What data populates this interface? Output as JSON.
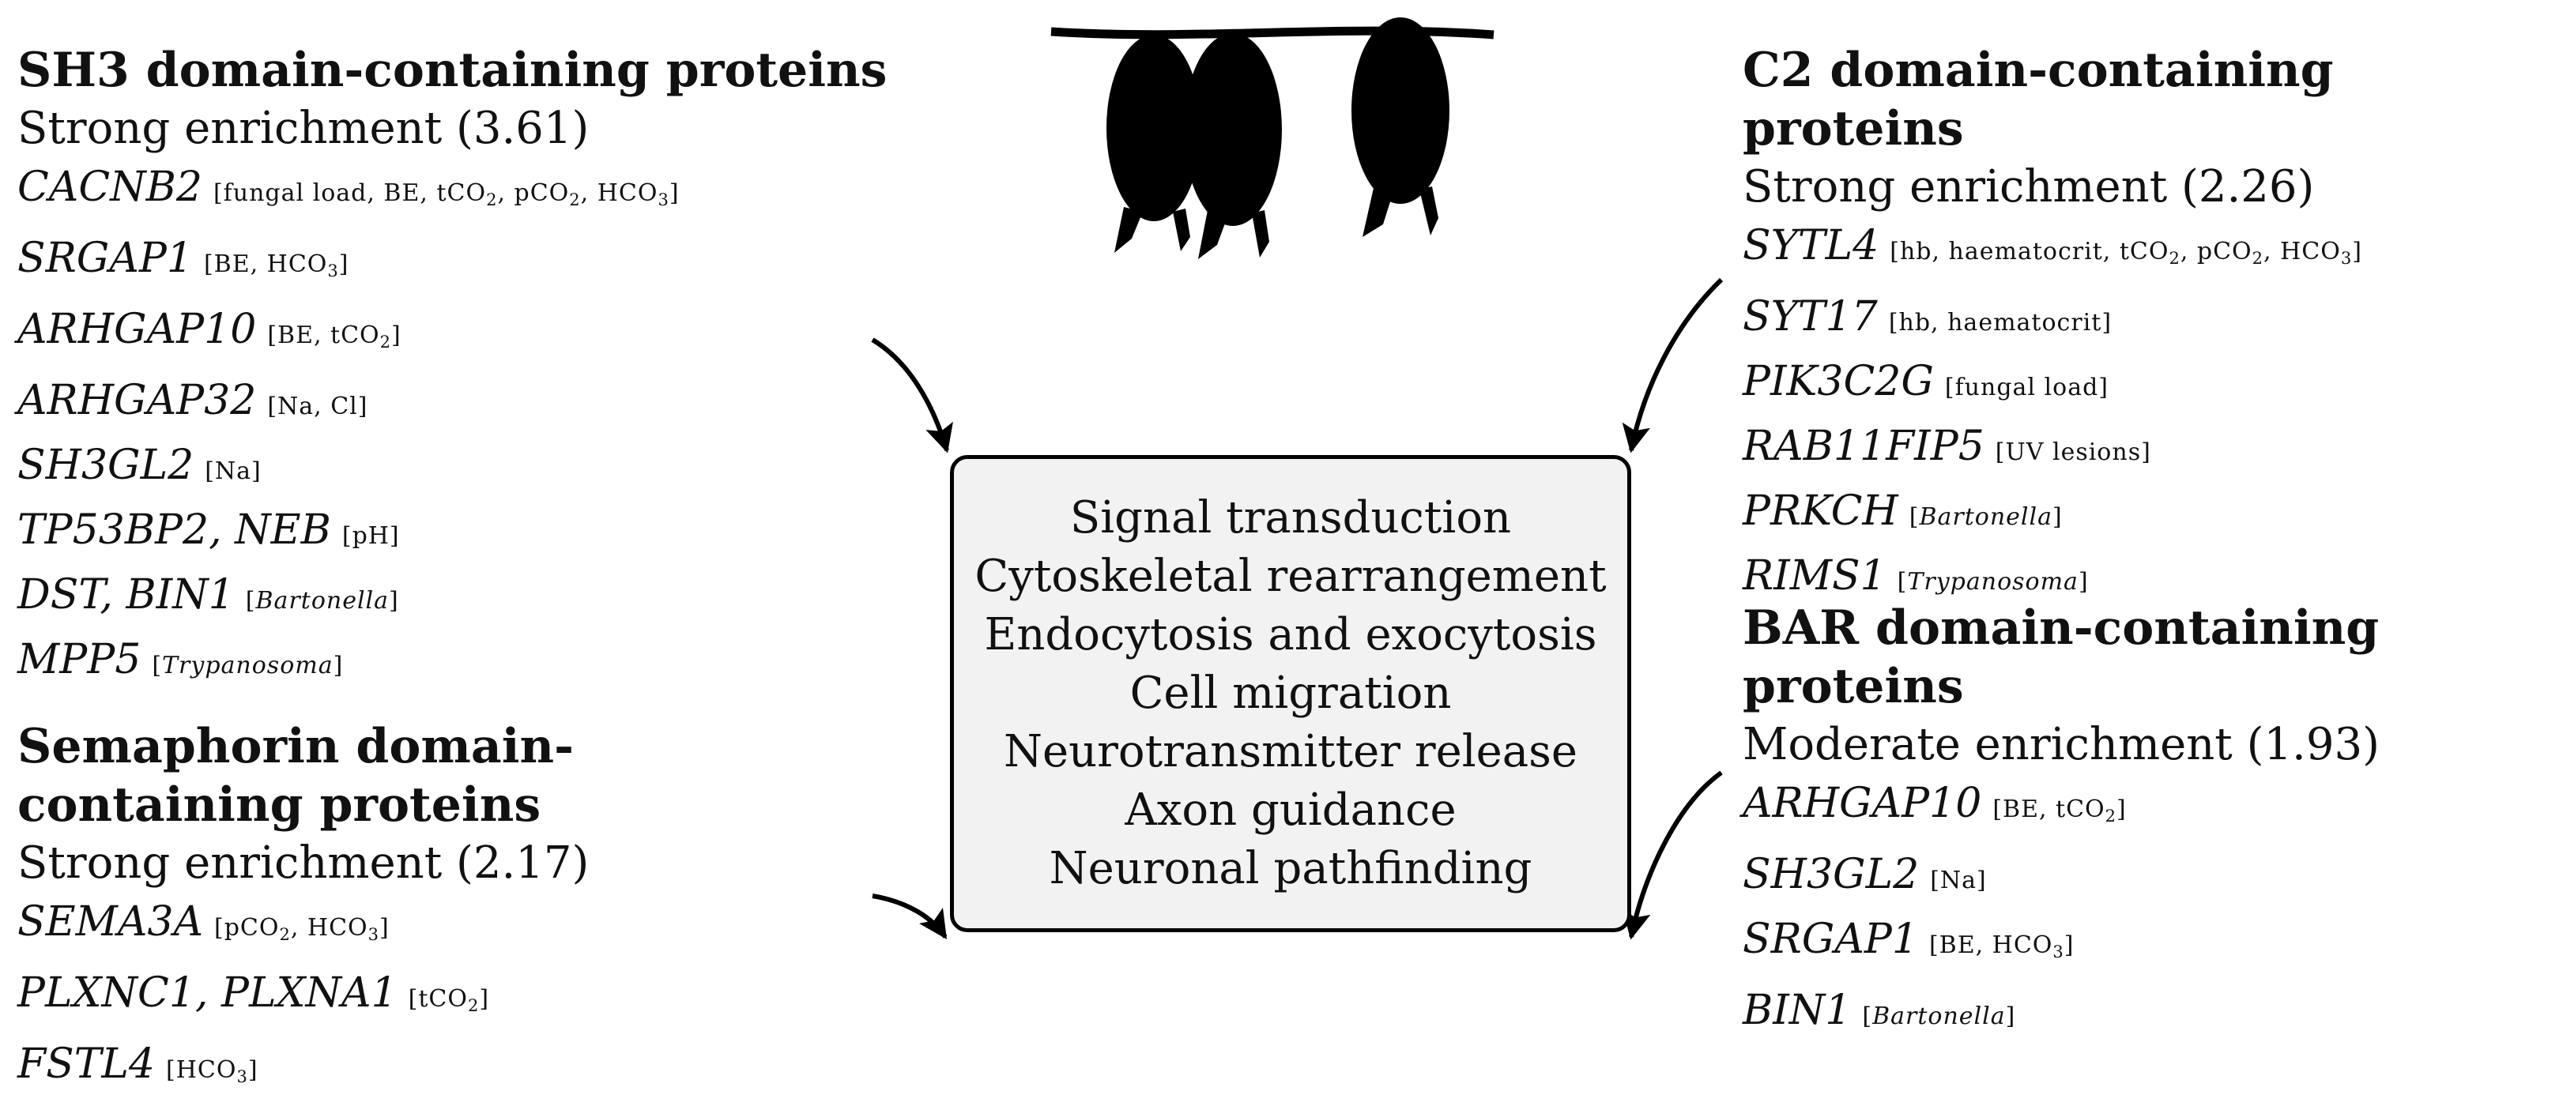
{
  "panels": {
    "sh3": {
      "title": "SH3 domain-containing proteins",
      "enrichment": "Strong enrichment (3.61)",
      "genes": [
        {
          "gene": "CACNB2",
          "traits": "[fungal load, BE, tCO₂, pCO₂, HCO₃]"
        },
        {
          "gene": "SRGAP1",
          "traits": "[BE, HCO₃]"
        },
        {
          "gene": "ARHGAP10",
          "traits": "[BE, tCO₂]"
        },
        {
          "gene": "ARHGAP32",
          "traits": "[Na, Cl]"
        },
        {
          "gene": "SH3GL2",
          "traits": "[Na]"
        },
        {
          "gene": "TP53BP2, NEB",
          "traits": "[pH]"
        },
        {
          "gene": "DST, BIN1",
          "traits": "[Bartonella]"
        },
        {
          "gene": "MPP5",
          "traits": "[Trypanosoma]"
        }
      ]
    },
    "sema": {
      "title": "Semaphorin domain-containing proteins",
      "enrichment": "Strong enrichment (2.17)",
      "genes": [
        {
          "gene": "SEMA3A",
          "traits": "[pCO₂, HCO₃]"
        },
        {
          "gene": "PLXNC1, PLXNA1",
          "traits": "[tCO₂]"
        },
        {
          "gene": "FSTL4",
          "traits": "[HCO₃]"
        }
      ]
    },
    "c2": {
      "title": "C2 domain-containing proteins",
      "enrichment": "Strong enrichment (2.26)",
      "genes": [
        {
          "gene": "SYTL4",
          "traits": "[hb, haematocrit, tCO₂, pCO₂, HCO₃]"
        },
        {
          "gene": "SYT17",
          "traits": "[hb, haematocrit]"
        },
        {
          "gene": "PIK3C2G",
          "traits": "[fungal load]"
        },
        {
          "gene": "RAB11FIP5",
          "traits": "[UV lesions]"
        },
        {
          "gene": "PRKCH",
          "traits": "[Bartonella]"
        },
        {
          "gene": "RIMS1",
          "traits": "[Trypanosoma]"
        }
      ]
    },
    "bar": {
      "title": "BAR domain-containing proteins",
      "enrichment": "Moderate enrichment (1.93)",
      "genes": [
        {
          "gene": "ARHGAP10",
          "traits": "[BE, tCO₂]"
        },
        {
          "gene": "SH3GL2",
          "traits": "[Na]"
        },
        {
          "gene": "SRGAP1",
          "traits": "[BE, HCO₃]"
        },
        {
          "gene": "BIN1",
          "traits": "[Bartonella]"
        }
      ]
    }
  },
  "functions": [
    "Signal transduction",
    "Cytoskeletal rearrangement",
    "Endocytosis and exocytosis",
    "Cell migration",
    "Neurotransmitter release",
    "Axon guidance",
    "Neuronal pathfinding"
  ],
  "italic_terms": [
    "Bartonella",
    "Trypanosoma"
  ],
  "icon": "hanging-bats-icon"
}
